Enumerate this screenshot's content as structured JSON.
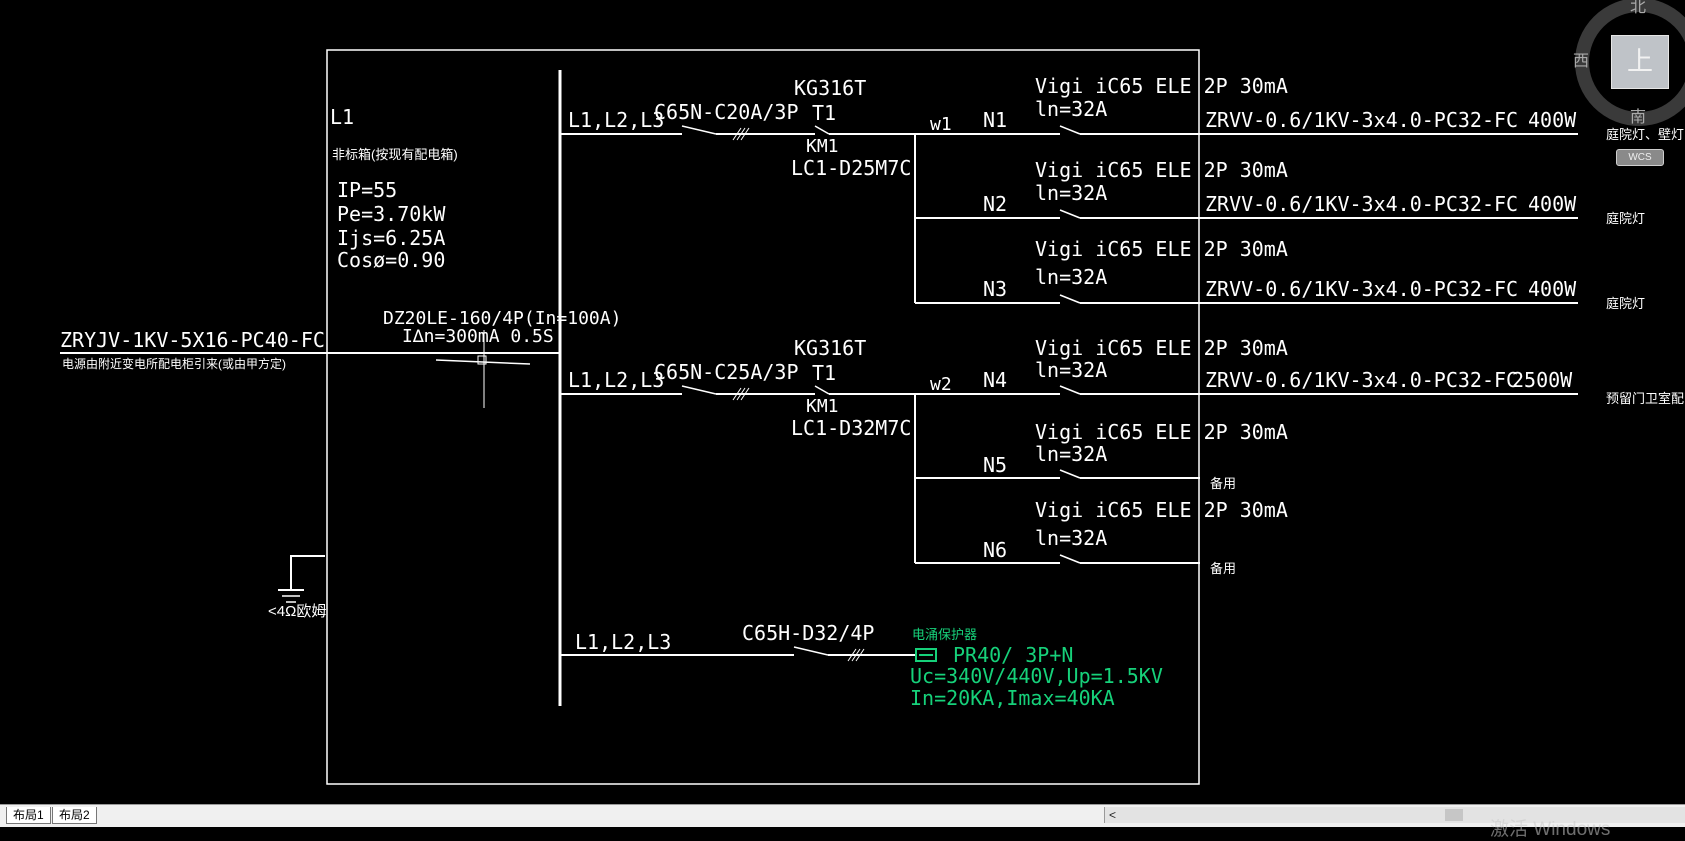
{
  "compass": {
    "north": "北",
    "west": "西",
    "south": "南",
    "cube_label": "上",
    "wcs": "WCS"
  },
  "panel": {
    "name": "L1",
    "type_note": "非标箱(按现有配电箱)",
    "ip": "IP=55",
    "pe": "Pe=3.70kW",
    "ijs": "Ijs=6.25A",
    "cos": "Cosø=0.90"
  },
  "incoming": {
    "cable": "ZRYJV-1KV-5X16-PC40-FC",
    "note": "电源由附近变电所配电柜引来(或由甲方定)",
    "breaker": "DZ20LE-160/4P(In=100A)",
    "breaker_leak": "I∆n=300mA 0.5S",
    "ground": "<4Ω欧姆"
  },
  "groups": [
    {
      "phases": "L1,L2,L3",
      "breaker": "C65N-C20A/3P",
      "timer": "KG316T",
      "t": "T1",
      "km": "KM1",
      "contactor": "LC1-D25M7C",
      "bus": "w1"
    },
    {
      "phases": "L1,L2,L3",
      "breaker": "C65N-C25A/3P",
      "timer": "KG316T",
      "t": "T1",
      "km": "KM1",
      "contactor": "LC1-D32M7C",
      "bus": "w2"
    }
  ],
  "circuits": [
    {
      "id": "N1",
      "rcbo": "Vigi iC65 ELE 2P 30mA",
      "rating": "ln=32A",
      "cable": "ZRVV-0.6/1KV-3x4.0-PC32-FC",
      "power": "400W",
      "load": "庭院灯、壁灯"
    },
    {
      "id": "N2",
      "rcbo": "Vigi iC65 ELE 2P 30mA",
      "rating": "ln=32A",
      "cable": "ZRVV-0.6/1KV-3x4.0-PC32-FC",
      "power": "400W",
      "load": "庭院灯"
    },
    {
      "id": "N3",
      "rcbo": "Vigi iC65 ELE 2P 30mA",
      "rating": "ln=32A",
      "cable": "ZRVV-0.6/1KV-3x4.0-PC32-FC",
      "power": "400W",
      "load": "庭院灯"
    },
    {
      "id": "N4",
      "rcbo": "Vigi iC65 ELE 2P 30mA",
      "rating": "ln=32A",
      "cable": "ZRVV-0.6/1KV-3x4.0-PC32-FC",
      "power": "2500W",
      "load": "预留门卫室配电"
    },
    {
      "id": "N5",
      "rcbo": "Vigi iC65 ELE 2P 30mA",
      "rating": "ln=32A",
      "cable": "",
      "power": "",
      "load": "备用"
    },
    {
      "id": "N6",
      "rcbo": "Vigi iC65 ELE 2P 30mA",
      "rating": "ln=32A",
      "cable": "",
      "power": "",
      "load": "备用"
    }
  ],
  "spd": {
    "phases": "L1,L2,L3",
    "breaker": "C65H-D32/4P",
    "title": "电涌保护器",
    "model": "PR40/ 3P+N",
    "uc": "Uc=340V/440V,Up=1.5KV",
    "in": "In=20KA,Imax=40KA"
  },
  "tabs": [
    {
      "label": "布局1"
    },
    {
      "label": "布局2"
    }
  ],
  "scroll": {
    "left_arrow": "<"
  },
  "watermark": "激活 Windows",
  "colors": {
    "line": "#ffffff",
    "spd": "#16d17a",
    "compass": "#bfc3c8",
    "background": "#000000"
  }
}
